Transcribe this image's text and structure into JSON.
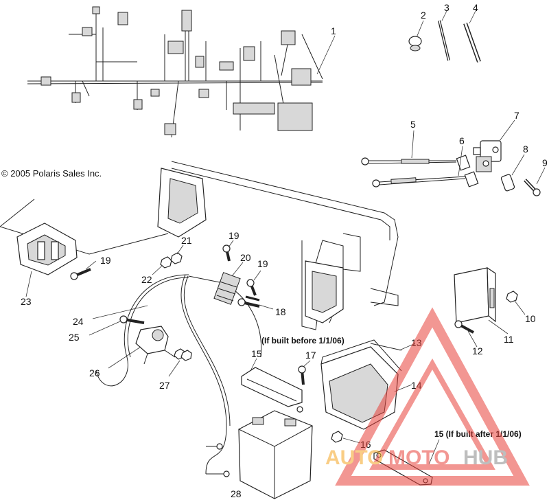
{
  "copyright": "© 2005 Polaris Sales Inc.",
  "notes": {
    "before": "(If built before 1/1/06)",
    "after": "15 (If built after 1/1/06)"
  },
  "callouts": {
    "c1": "1",
    "c2": "2",
    "c3": "3",
    "c4": "4",
    "c5": "5",
    "c6": "6",
    "c7": "7",
    "c8": "8",
    "c9": "9",
    "c10": "10",
    "c11": "11",
    "c12": "12",
    "c13": "13",
    "c14": "14",
    "c15": "15",
    "c16": "16",
    "c17": "17",
    "c18": "18",
    "c19a": "19",
    "c19b": "19",
    "c19c": "19",
    "c20": "20",
    "c21": "21",
    "c22": "22",
    "c23": "23",
    "c24": "24",
    "c25": "25",
    "c26": "26",
    "c27": "27",
    "c28": "28"
  },
  "watermark": {
    "part1": "AUTO",
    "part2": "MOTO",
    "part3": "HUB",
    "color_orange": "#f5a623",
    "color_red": "#e8413a",
    "color_grey": "#8a8a8a"
  }
}
